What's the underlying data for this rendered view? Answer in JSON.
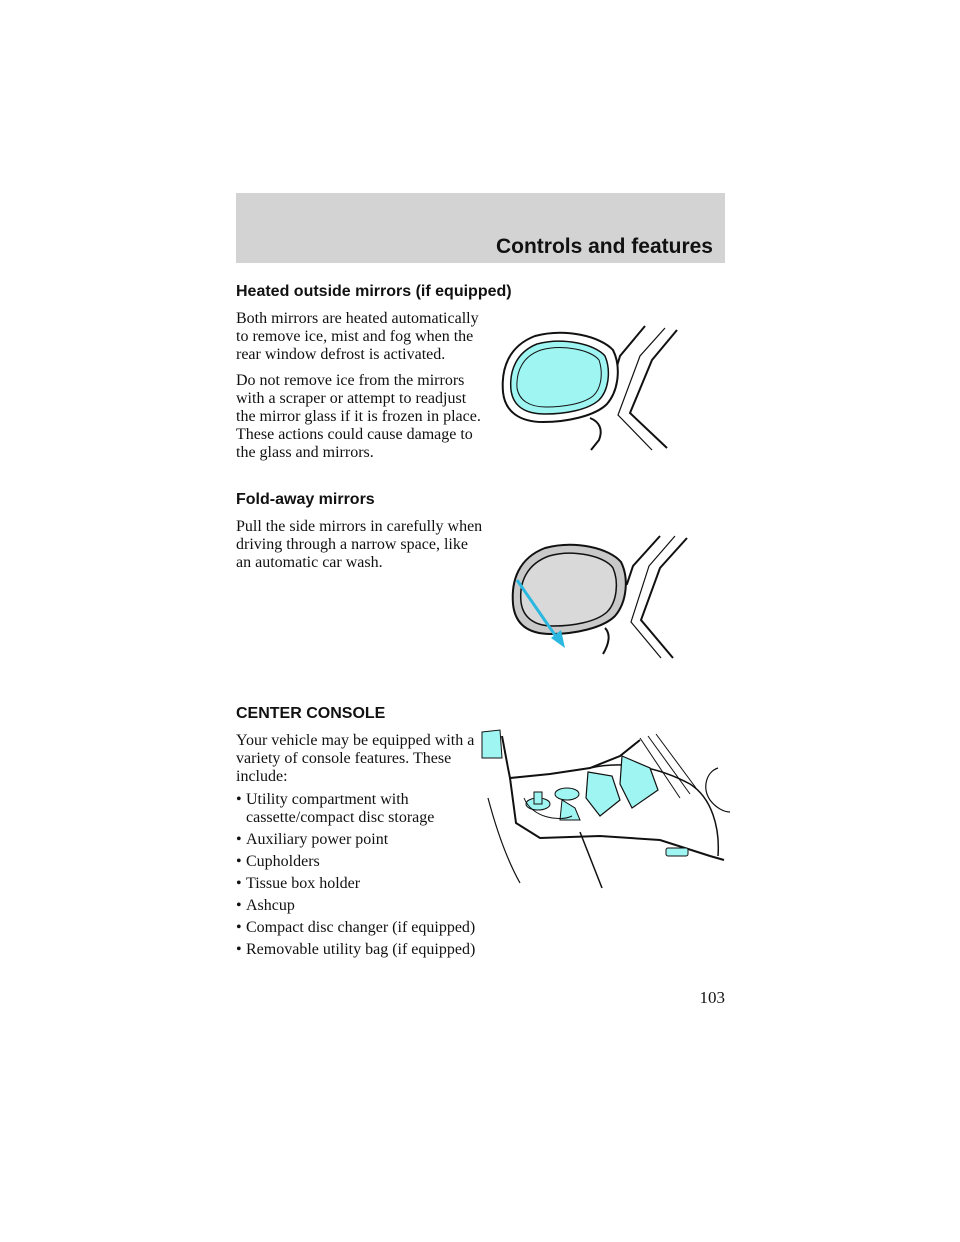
{
  "header": {
    "section_title": "Controls and features"
  },
  "heated_mirrors": {
    "heading": "Heated outside mirrors (if equipped)",
    "paragraphs": [
      "Both mirrors are heated automatically to remove ice, mist and fog when the rear window defrost is activated.",
      "Do not remove ice from the mirrors with a scraper or attempt to readjust the mirror glass if it is frozen in place. These actions could cause damage to the glass and mirrors."
    ]
  },
  "foldaway": {
    "heading": "Fold-away mirrors",
    "paragraph": "Pull the side mirrors in carefully when driving through a narrow space, like an automatic car wash."
  },
  "console": {
    "heading": "CENTER CONSOLE",
    "intro": "Your vehicle may be equipped with a variety of console features. These include:",
    "items": [
      "Utility compartment with cassette/compact disc storage",
      "Auxiliary power point",
      "Cupholders",
      "Tissue box holder",
      "Ashcup",
      "Compact disc changer (if equipped)",
      "Removable utility bag (if equipped)"
    ],
    "bullet": "•"
  },
  "page_number": "103",
  "colors": {
    "glass": "#9ff5f1",
    "header_band": "#d3d3d3",
    "arrow": "#2bb8e0"
  }
}
